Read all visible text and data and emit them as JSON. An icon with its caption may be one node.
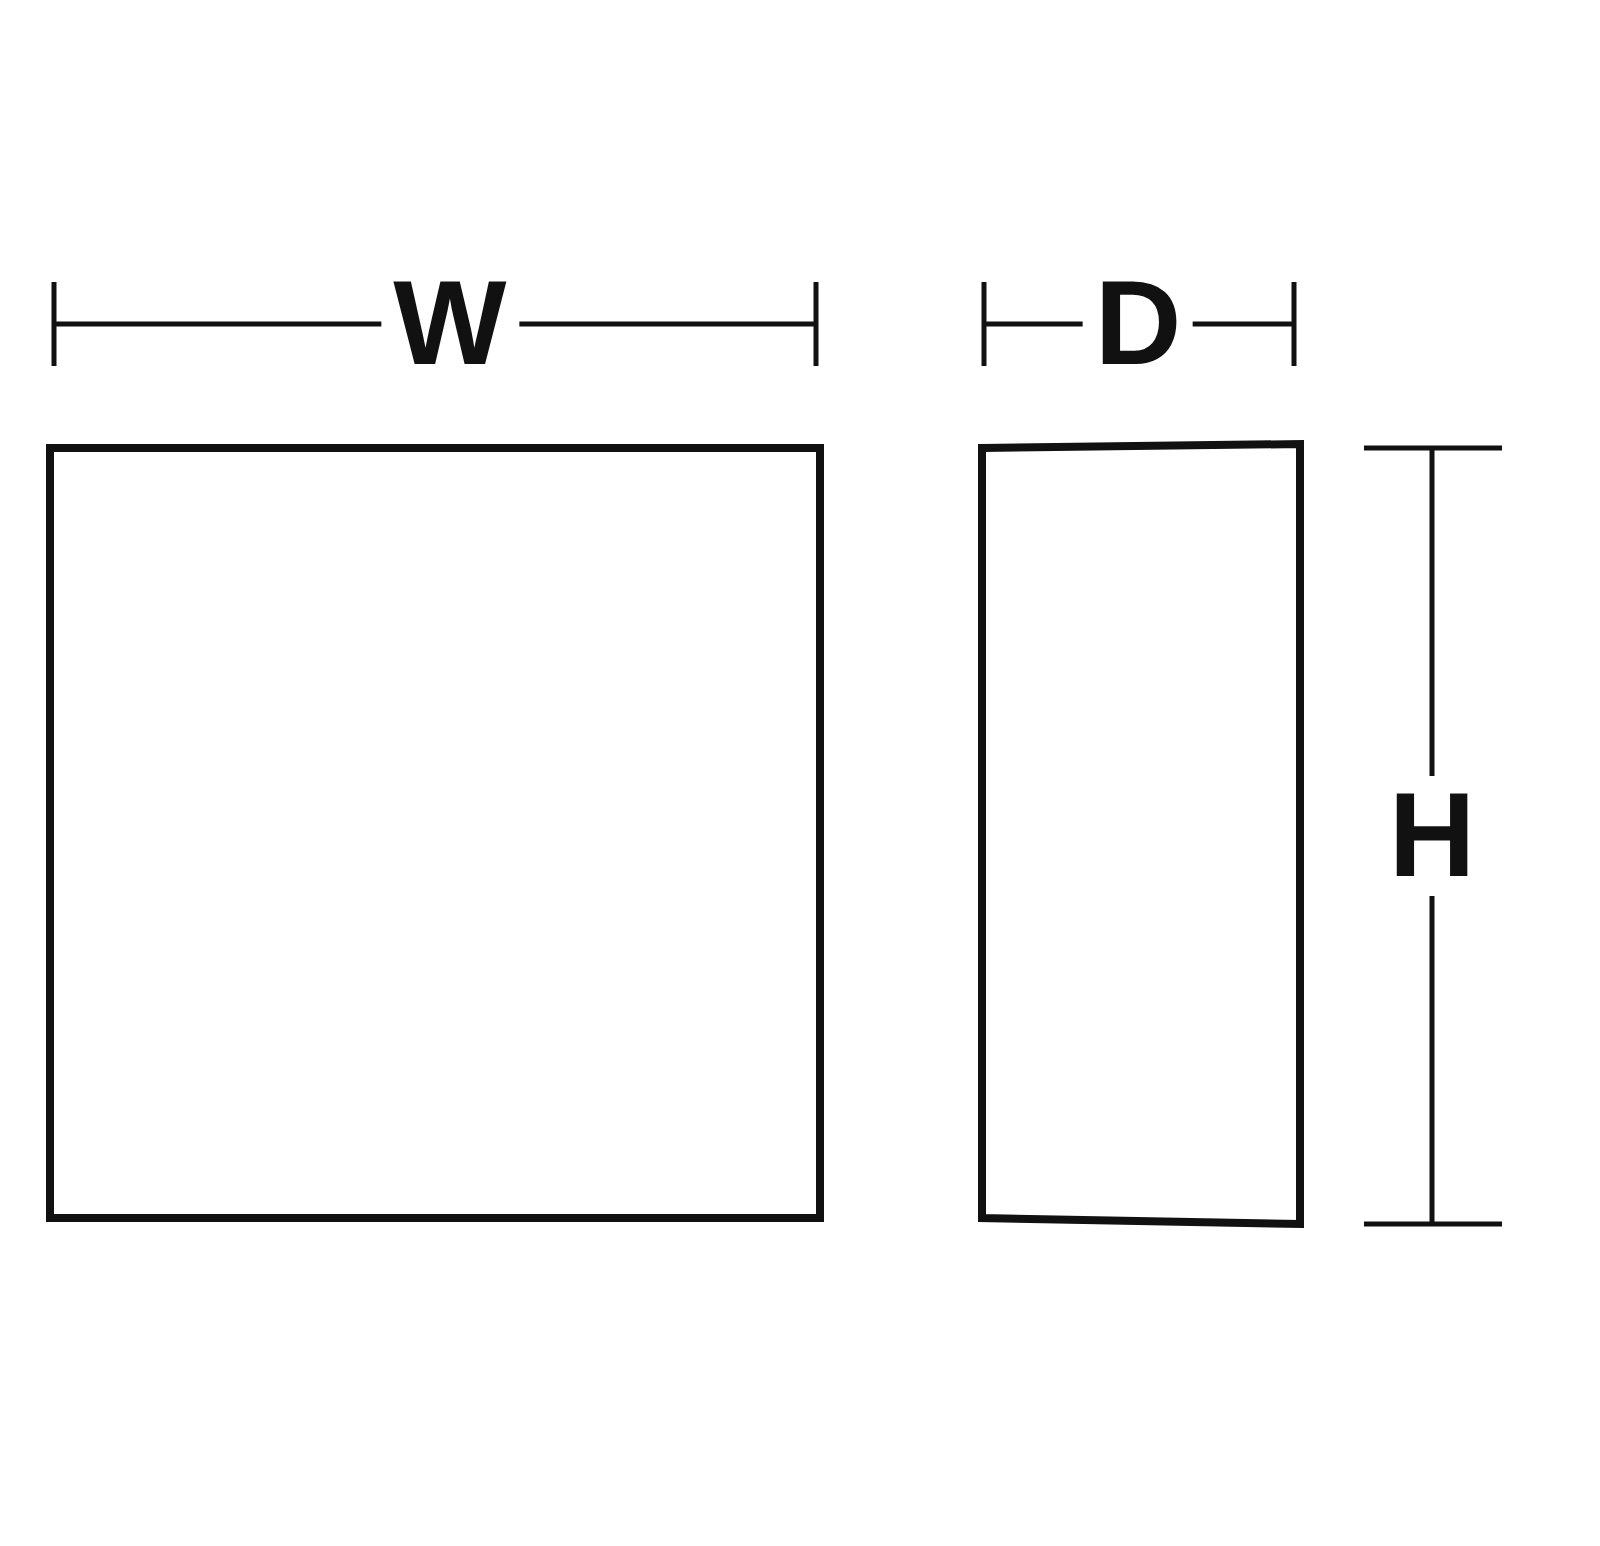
{
  "diagram": {
    "labels": [
      "W",
      "D",
      "H"
    ]
  }
}
